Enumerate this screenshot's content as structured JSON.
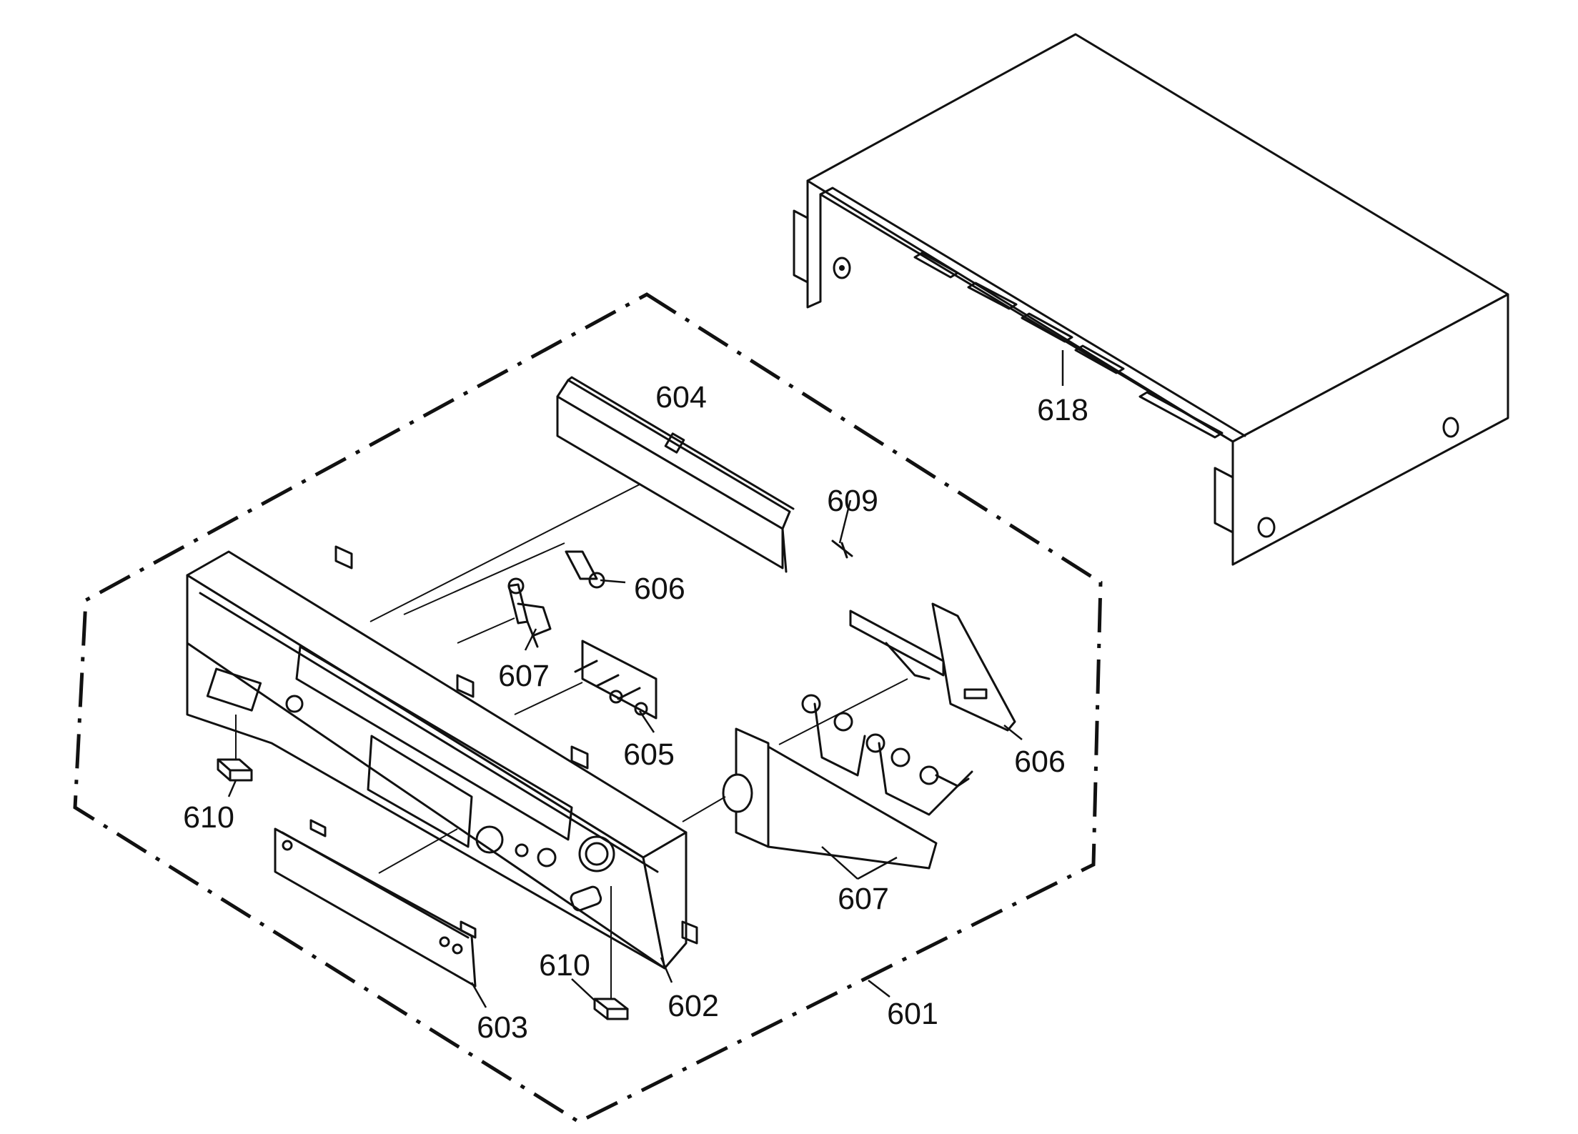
{
  "diagram": {
    "type": "exploded-parts-view",
    "labels": {
      "p601": "601",
      "p602": "602",
      "p603": "603",
      "p604": "604",
      "p605": "605",
      "p606a": "606",
      "p606b": "606",
      "p607a": "607",
      "p607b": "607",
      "p609": "609",
      "p610a": "610",
      "p610b": "610",
      "p618": "618"
    }
  }
}
